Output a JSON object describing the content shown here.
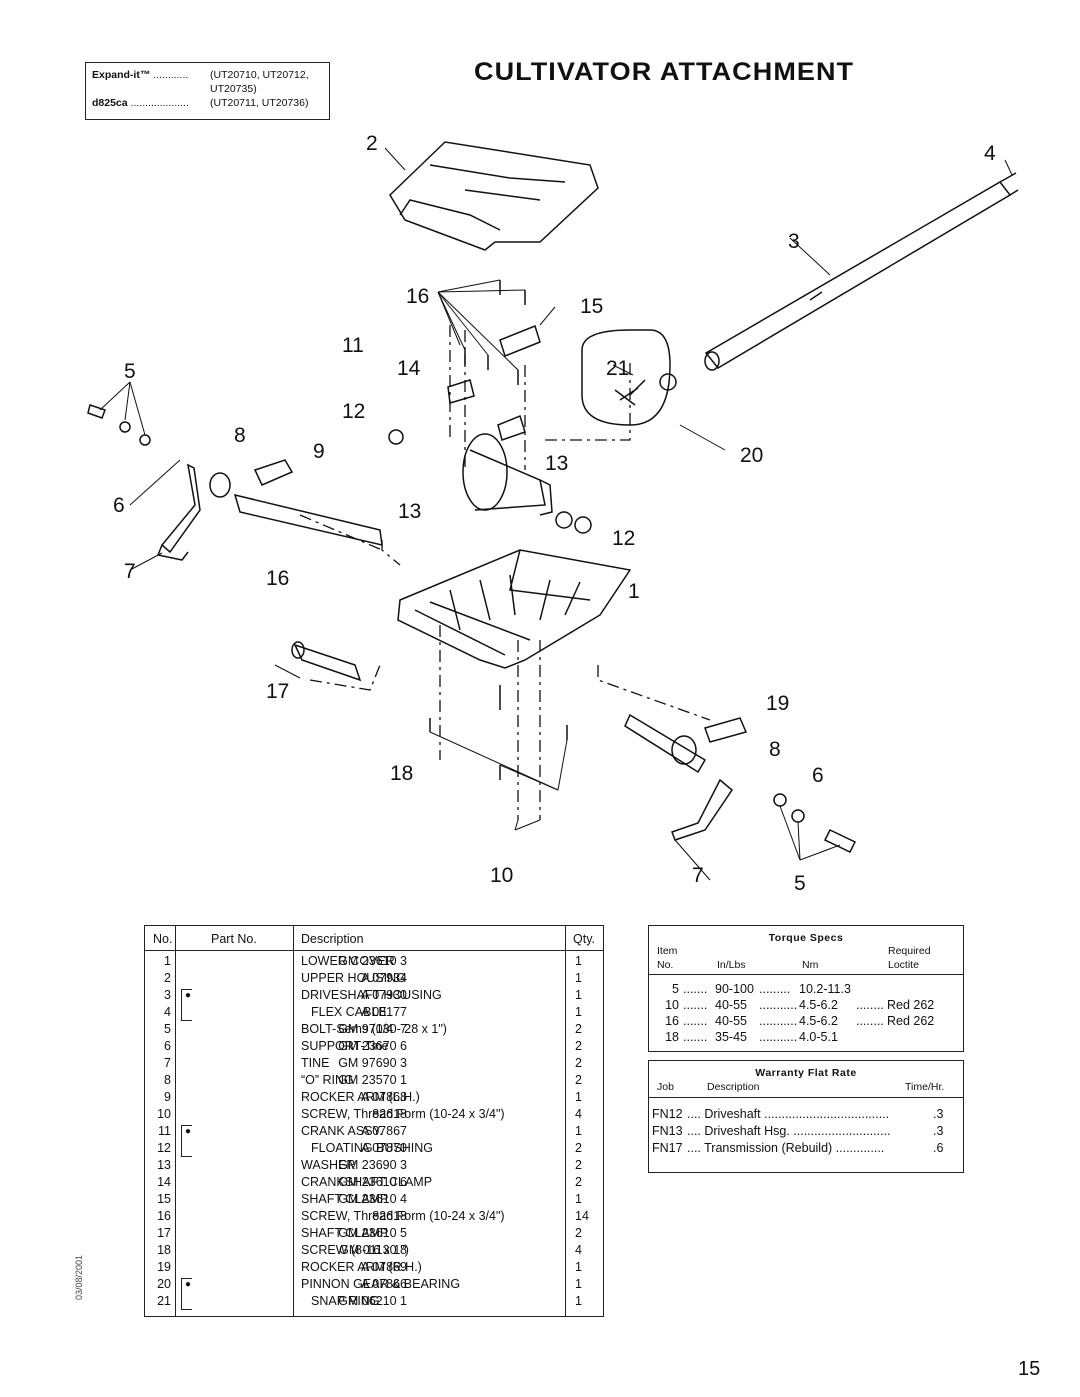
{
  "header": {
    "title": "CULTIVATOR  ATTACHMENT",
    "models": [
      {
        "name": "Expand-it™",
        "dots": "............",
        "codes": "(UT20710, UT20712,",
        "codes2": "UT20735)"
      },
      {
        "name": "d825ca",
        "dots": "....................",
        "codes": "(UT20711, UT20736)"
      }
    ]
  },
  "diagram_labels": [
    "2",
    "4",
    "3",
    "16",
    "15",
    "11",
    "14",
    "21",
    "5",
    "12",
    "8",
    "9",
    "13",
    "20",
    "6",
    "13",
    "12",
    "7",
    "16",
    "1",
    "17",
    "19",
    "8",
    "18",
    "6",
    "10",
    "7",
    "5"
  ],
  "parts_table": {
    "headers": {
      "no": "No.",
      "part": "Part No.",
      "desc": "Description",
      "qty": "Qty."
    },
    "rows": [
      {
        "no": "1",
        "part": "GM 23610 3",
        "desc": "LOWER COVER",
        "qty": "1"
      },
      {
        "no": "2",
        "part": "A 07934",
        "desc": "UPPER HOUSING",
        "qty": "1"
      },
      {
        "no": "3",
        "part": "A 07930",
        "desc": "DRIVESHAFT HOUSING",
        "qty": "1"
      },
      {
        "no": "4",
        "part": "A 08177",
        "desc": "FLEX CABLE",
        "qty": "1"
      },
      {
        "no": "5",
        "part": "GM 97030 7",
        "desc": "BOLT-Sems (1/4 - 28 x 1\")",
        "qty": "2"
      },
      {
        "no": "6",
        "part": "GM 23670 6",
        "desc": "SUPPORT-Tine",
        "qty": "2"
      },
      {
        "no": "7",
        "part": "GM 97690 3",
        "desc": "TINE",
        "qty": "2"
      },
      {
        "no": "8",
        "part": "GM 23570 1",
        "desc": "“O” RING",
        "qty": "2"
      },
      {
        "no": "9",
        "part": "A 07868",
        "desc": "ROCKER ARM (L.H.)",
        "qty": "1"
      },
      {
        "no": "10",
        "part": "82618",
        "desc": "SCREW, Thread Form (10-24 x 3/4\")",
        "qty": "4"
      },
      {
        "no": "11",
        "part": "A 07867",
        "desc": "CRANK ASSY.",
        "qty": "1"
      },
      {
        "no": "12",
        "part": "A 07870",
        "desc": "FLOATING BUSHING",
        "qty": "2"
      },
      {
        "no": "13",
        "part": "GM 23690 3",
        "desc": "WASHER",
        "qty": "2"
      },
      {
        "no": "14",
        "part": "GM 23610 6",
        "desc": "CRANKSHAFT CLAMP",
        "qty": "2"
      },
      {
        "no": "15",
        "part": "GM 23610 4",
        "desc": "SHAFT CLAMP",
        "qty": "1"
      },
      {
        "no": "16",
        "part": "82618",
        "desc": "SCREW, Thread Form (10-24 x 3/4\")",
        "qty": "14"
      },
      {
        "no": "17",
        "part": "GM 23610 5",
        "desc": "SHAFT CLAMP",
        "qty": "2"
      },
      {
        "no": "18",
        "part": "GM 01130 8",
        "desc": "SCREW (8-16 x 1\")",
        "qty": "4"
      },
      {
        "no": "19",
        "part": "A 07869",
        "desc": "ROCKER ARM (R.H.)",
        "qty": "1"
      },
      {
        "no": "20",
        "part": "A 07866",
        "desc": "PINNON GEAR & BEARING",
        "qty": "1"
      },
      {
        "no": "21",
        "part": "GM 06210 1",
        "desc": "SNAP RING",
        "qty": "1"
      }
    ]
  },
  "torque_specs": {
    "title": "Torque Specs",
    "headers": {
      "item": "Item",
      "no": "No.",
      "inlbs": "In/Lbs",
      "nm": "Nm",
      "required": "Required",
      "loctite": "Loctite"
    },
    "rows": [
      {
        "item": "5",
        "dots1": ".......",
        "inlbs": "90-100",
        "dots2": ".........",
        "nm": "10.2-11.3",
        "dots3": "",
        "loctite": ""
      },
      {
        "item": "10",
        "dots1": ".......",
        "inlbs": "40-55",
        "dots2": "...........",
        "nm": "4.5-6.2",
        "dots3": "........",
        "loctite": "Red 262"
      },
      {
        "item": "16",
        "dots1": ".......",
        "inlbs": "40-55",
        "dots2": "...........",
        "nm": "4.5-6.2",
        "dots3": "........",
        "loctite": "Red 262"
      },
      {
        "item": "18",
        "dots1": ".......",
        "inlbs": "35-45",
        "dots2": "...........",
        "nm": "4.0-5.1",
        "dots3": "",
        "loctite": ""
      }
    ]
  },
  "warranty": {
    "title": "Warranty Flat Rate",
    "headers": {
      "job": "Job",
      "desc": "Description",
      "time": "Time/Hr."
    },
    "rows": [
      {
        "job": "FN12",
        "desc": ".... Driveshaft ....................................",
        "time": ".3"
      },
      {
        "job": "FN13",
        "desc": ".... Driveshaft  Hsg. ............................",
        "time": ".3"
      },
      {
        "job": "FN17",
        "desc": ".... Transmission  (Rebuild) ..............",
        "time": ".6"
      }
    ]
  },
  "footer": {
    "date": "03/08/2001",
    "page": "15"
  }
}
